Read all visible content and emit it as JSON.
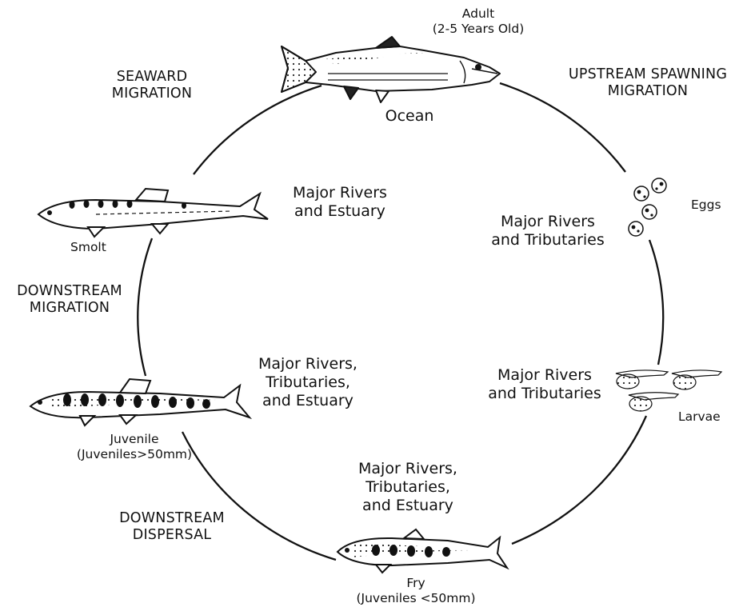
{
  "adult": {
    "name": "Adult",
    "age": "(2-5 Years Old)",
    "habitat": "Ocean"
  },
  "eggs": {
    "name": "Eggs",
    "habitat": [
      "Major Rivers",
      "and Tributaries"
    ]
  },
  "larvae": {
    "name": "Larvae",
    "habitat": [
      "Major Rivers",
      "and Tributaries"
    ]
  },
  "fry": {
    "name": "Fry",
    "size": "(Juveniles <50mm)",
    "habitat": [
      "Major Rivers,",
      "Tributaries,",
      "and Estuary"
    ]
  },
  "juvenile": {
    "name": "Juvenile",
    "size": "(Juveniles>50mm)",
    "habitat": [
      "Major Rivers,",
      "Tributaries,",
      "and Estuary"
    ]
  },
  "smolt": {
    "name": "Smolt",
    "habitat": [
      "Major Rivers",
      "and Estuary"
    ]
  },
  "migrations": {
    "upstream_spawning": [
      "UPSTREAM SPAWNING",
      "MIGRATION"
    ],
    "seaward": [
      "SEAWARD",
      "MIGRATION"
    ],
    "downstream": [
      "DOWNSTREAM",
      "MIGRATION"
    ],
    "downstream_dispersal": [
      "DOWNSTREAM",
      "DISPERSAL"
    ]
  }
}
